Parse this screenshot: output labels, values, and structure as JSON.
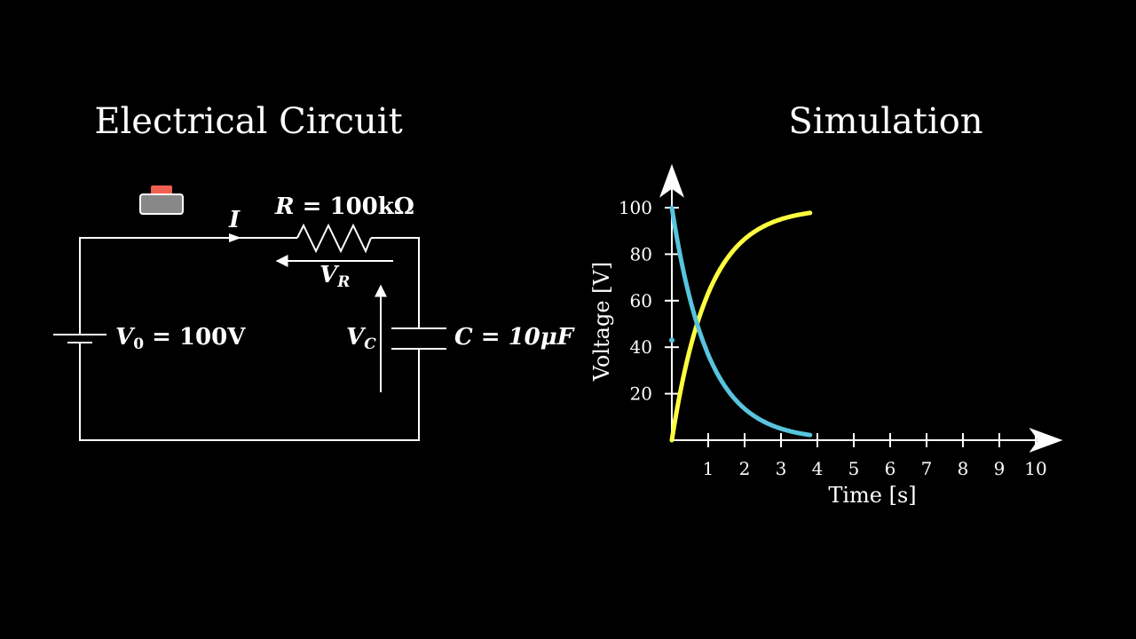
{
  "circuit": {
    "title": "Electrical Circuit",
    "current_label": "I",
    "resistor": {
      "symbol": "R",
      "eq": " = ",
      "value": "100kΩ"
    },
    "resistor_voltage": {
      "symbol": "V",
      "subscript": "R"
    },
    "source": {
      "symbol": "V",
      "subscript": "0",
      "eq": " = ",
      "value": "100V"
    },
    "capacitor_voltage": {
      "symbol": "V",
      "subscript": "C"
    },
    "capacitor": {
      "symbol": "C",
      "eq": " = ",
      "value": "10μF"
    },
    "button_color": "#f06050"
  },
  "simulation": {
    "title": "Simulation",
    "colors": {
      "capacitor_voltage": "#ffff40",
      "resistor_voltage": "#58c4dd",
      "axes": "#ffffff"
    }
  },
  "chart_data": {
    "type": "line",
    "xlabel": "Time [s]",
    "ylabel": "Voltage [V]",
    "xlim": [
      0,
      10.5
    ],
    "ylim": [
      0,
      115
    ],
    "x_ticks": [
      1,
      2,
      3,
      4,
      5,
      6,
      7,
      8,
      9,
      10
    ],
    "y_ticks": [
      20,
      40,
      60,
      80,
      100
    ],
    "time_constant": 1,
    "t_end": 3.8,
    "series": [
      {
        "key": "capacitor_voltage",
        "formula": "100*(1-exp(-t))",
        "color": "#ffff40",
        "x": [
          0,
          0.5,
          1,
          1.5,
          2,
          2.5,
          3,
          3.5,
          3.8
        ],
        "values": [
          0,
          39.3,
          63.2,
          77.7,
          86.5,
          91.8,
          95.0,
          97.0,
          97.8
        ]
      },
      {
        "key": "resistor_voltage",
        "formula": "100*exp(-t)",
        "color": "#58c4dd",
        "x": [
          0,
          0.5,
          1,
          1.5,
          2,
          2.5,
          3,
          3.5,
          3.8
        ],
        "values": [
          100,
          60.7,
          36.8,
          22.3,
          13.5,
          8.2,
          5.0,
          3.0,
          2.2
        ]
      }
    ]
  }
}
